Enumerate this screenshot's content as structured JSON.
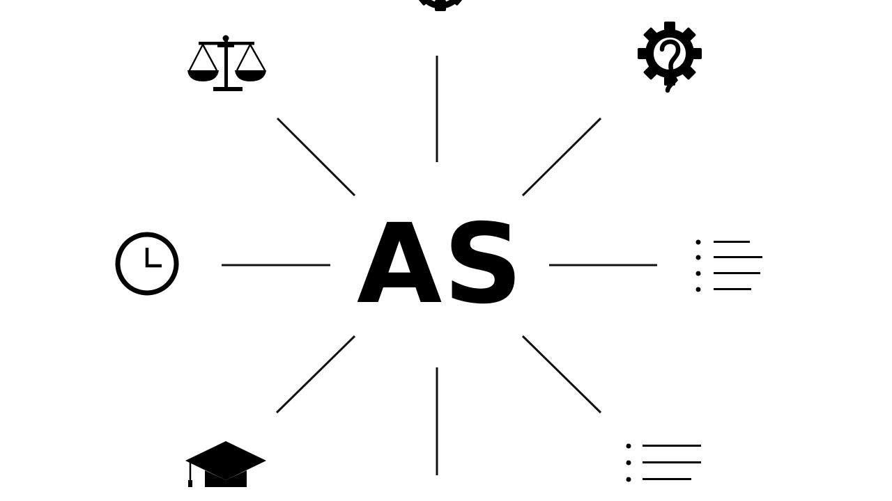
{
  "center": {
    "label": "AS"
  },
  "icons": [
    {
      "name": "gear-icon",
      "position": "top"
    },
    {
      "name": "scales-of-justice-icon",
      "position": "top-left"
    },
    {
      "name": "gear-question-icon",
      "position": "top-right"
    },
    {
      "name": "clock-icon",
      "position": "left"
    },
    {
      "name": "bulleted-list-icon",
      "position": "right"
    },
    {
      "name": "graduation-cap-icon",
      "position": "bottom-left"
    },
    {
      "name": "bulleted-list-icon",
      "position": "bottom-right"
    }
  ],
  "colors": {
    "background": "#ffffff",
    "ink": "#000000"
  }
}
